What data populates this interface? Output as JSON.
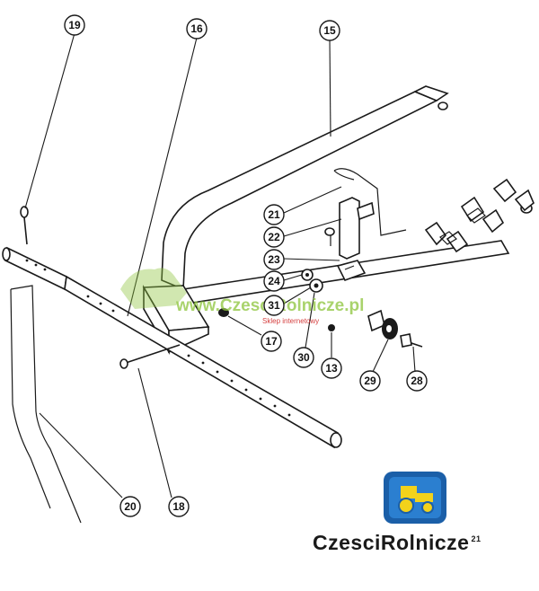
{
  "callouts": [
    {
      "id": "19",
      "label": "19"
    },
    {
      "id": "16",
      "label": "16"
    },
    {
      "id": "15",
      "label": "15"
    },
    {
      "id": "21",
      "label": "21"
    },
    {
      "id": "22",
      "label": "22"
    },
    {
      "id": "23",
      "label": "23"
    },
    {
      "id": "24",
      "label": "24"
    },
    {
      "id": "31",
      "label": "31"
    },
    {
      "id": "17",
      "label": "17"
    },
    {
      "id": "30",
      "label": "30"
    },
    {
      "id": "13",
      "label": "13"
    },
    {
      "id": "29",
      "label": "29"
    },
    {
      "id": "28",
      "label": "28"
    },
    {
      "id": "20",
      "label": "20"
    },
    {
      "id": "18",
      "label": "18"
    }
  ],
  "watermark": {
    "text": "www.CzesciRolnicze.pl",
    "subtext": "Sklep internetowy"
  },
  "brand": {
    "name": "CzesciRolnicze",
    "superscript": "21",
    "colors": {
      "frame": "#1b5fa8",
      "tractor": "#f2d21b",
      "wordmark": "#1a1a1a"
    }
  }
}
